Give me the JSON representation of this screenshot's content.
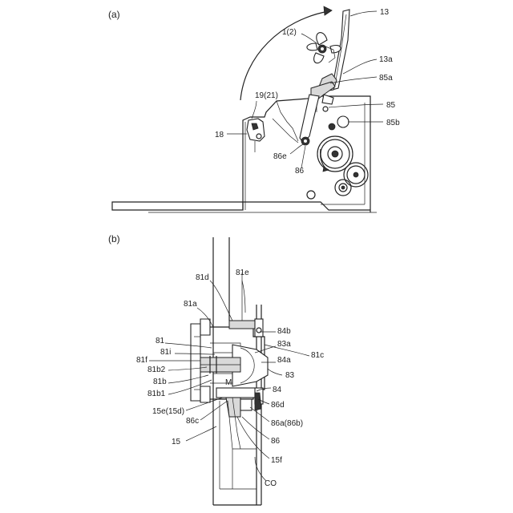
{
  "figure_a": {
    "caption": "(a)",
    "labels": {
      "l13": "13",
      "l1_2": "1(2)",
      "l13a": "13a",
      "l85a": "85a",
      "l19_21": "19(21)",
      "l85": "85",
      "l85b": "85b",
      "l18": "18",
      "l86e": "86e",
      "l86": "86"
    }
  },
  "figure_b": {
    "caption": "(b)",
    "labels": {
      "l81d": "81d",
      "l81e": "81e",
      "l81a": "81a",
      "l84b": "84b",
      "l81": "81",
      "l83a": "83a",
      "l81i": "81i",
      "l81c": "81c",
      "l84a": "84a",
      "l81f": "81f",
      "l81b2": "81b2",
      "l83": "83",
      "l81b": "81b",
      "lM": "M",
      "l84": "84",
      "l81b1": "81b1",
      "l86d": "86d",
      "l15e_15d": "15e(15d)",
      "l86c": "86c",
      "l86a_86b": "86a(86b)",
      "l15": "15",
      "l86": "86",
      "l15f": "15f",
      "lCO": "CO"
    }
  }
}
